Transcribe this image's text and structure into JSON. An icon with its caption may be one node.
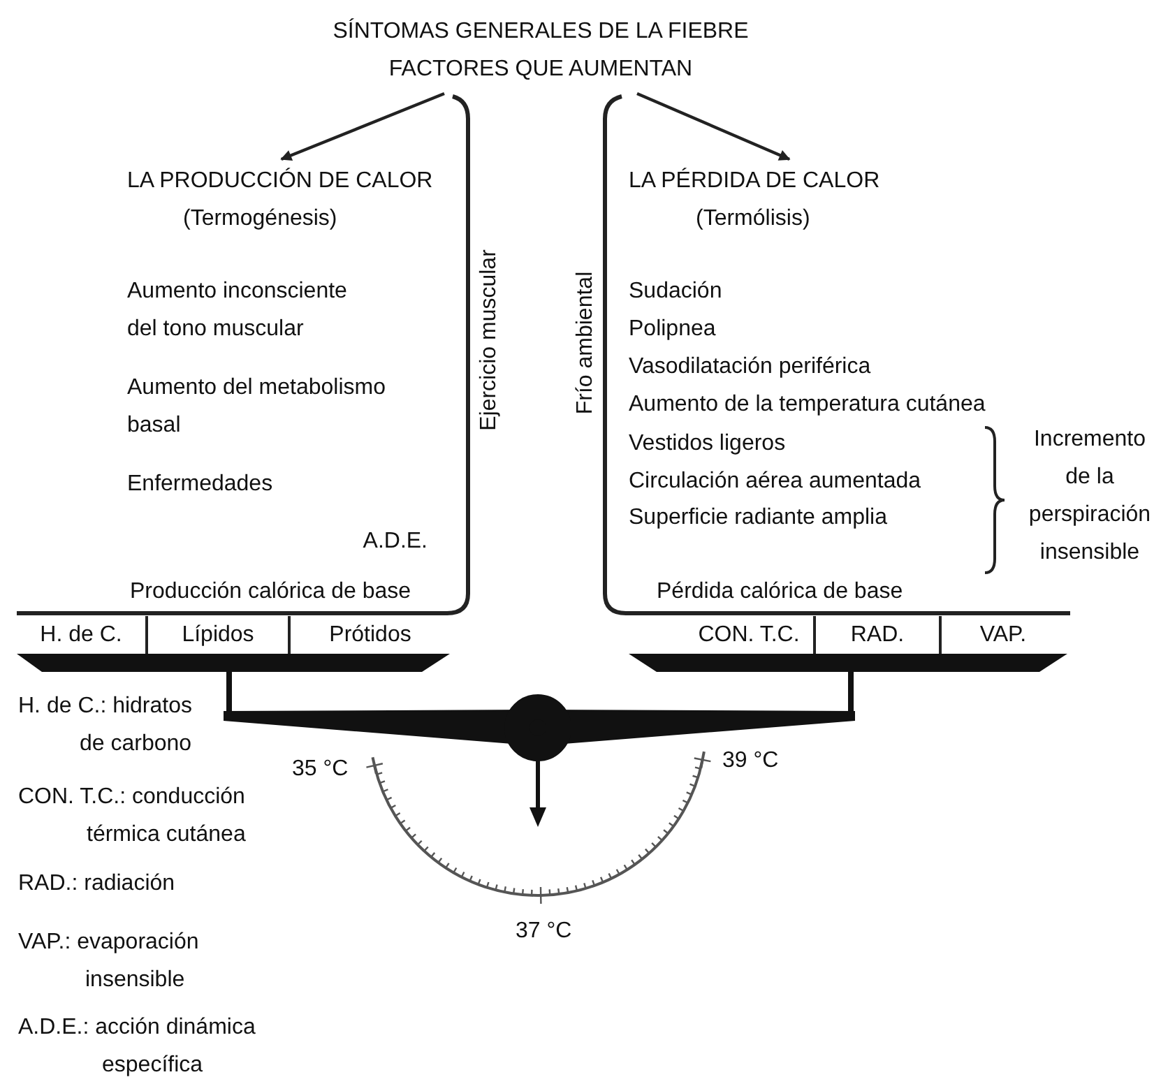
{
  "diagram": {
    "title": "SÍNTOMAS GENERALES DE LA FIEBRE",
    "nodes": [
      {
        "text": [
          "FACTORES QUE AUMENTAN"
        ]
      },
      {
        "text": [
          "LA PRODUCCIÓN DE CALOR",
          "(Termogénesis)"
        ]
      },
      {
        "text": [
          "LA PÉRDIDA DE CALOR",
          "(Termólisis)"
        ]
      }
    ],
    "edges": [
      {
        "from": 0,
        "to": 1,
        "arrow": "to"
      },
      {
        "from": 0,
        "to": 2,
        "arrow": "to"
      }
    ],
    "labels": [
      "Aumento inconsciente del tono muscular",
      "Aumento del metabolismo basal",
      "Enfermedades",
      "A.D.E.",
      "Producción calórica de base",
      "Ejercicio muscular",
      "Frío ambiental",
      "Sudación",
      "Polipnea",
      "Vasodilatación periférica",
      "Aumento de la temperatura cutánea",
      "Vestidos ligeros",
      "Circulación aérea aumentada",
      "Superficie radiante amplia",
      "Incremento de la perspiración insensible",
      "Pérdida calórica de base",
      "H. de C.",
      "Lípidos",
      "Prótidos",
      "CON. T.C.",
      "RAD.",
      "VAP.",
      "35 °C",
      "39 °C",
      "37 °C",
      "H. de C.: hidratos de carbono",
      "CON. T.C.: conducción térmica cutánea",
      "RAD.: radiación",
      "VAP.: evaporación insensible",
      "A.D.E.: acción dinámica específica"
    ]
  }
}
